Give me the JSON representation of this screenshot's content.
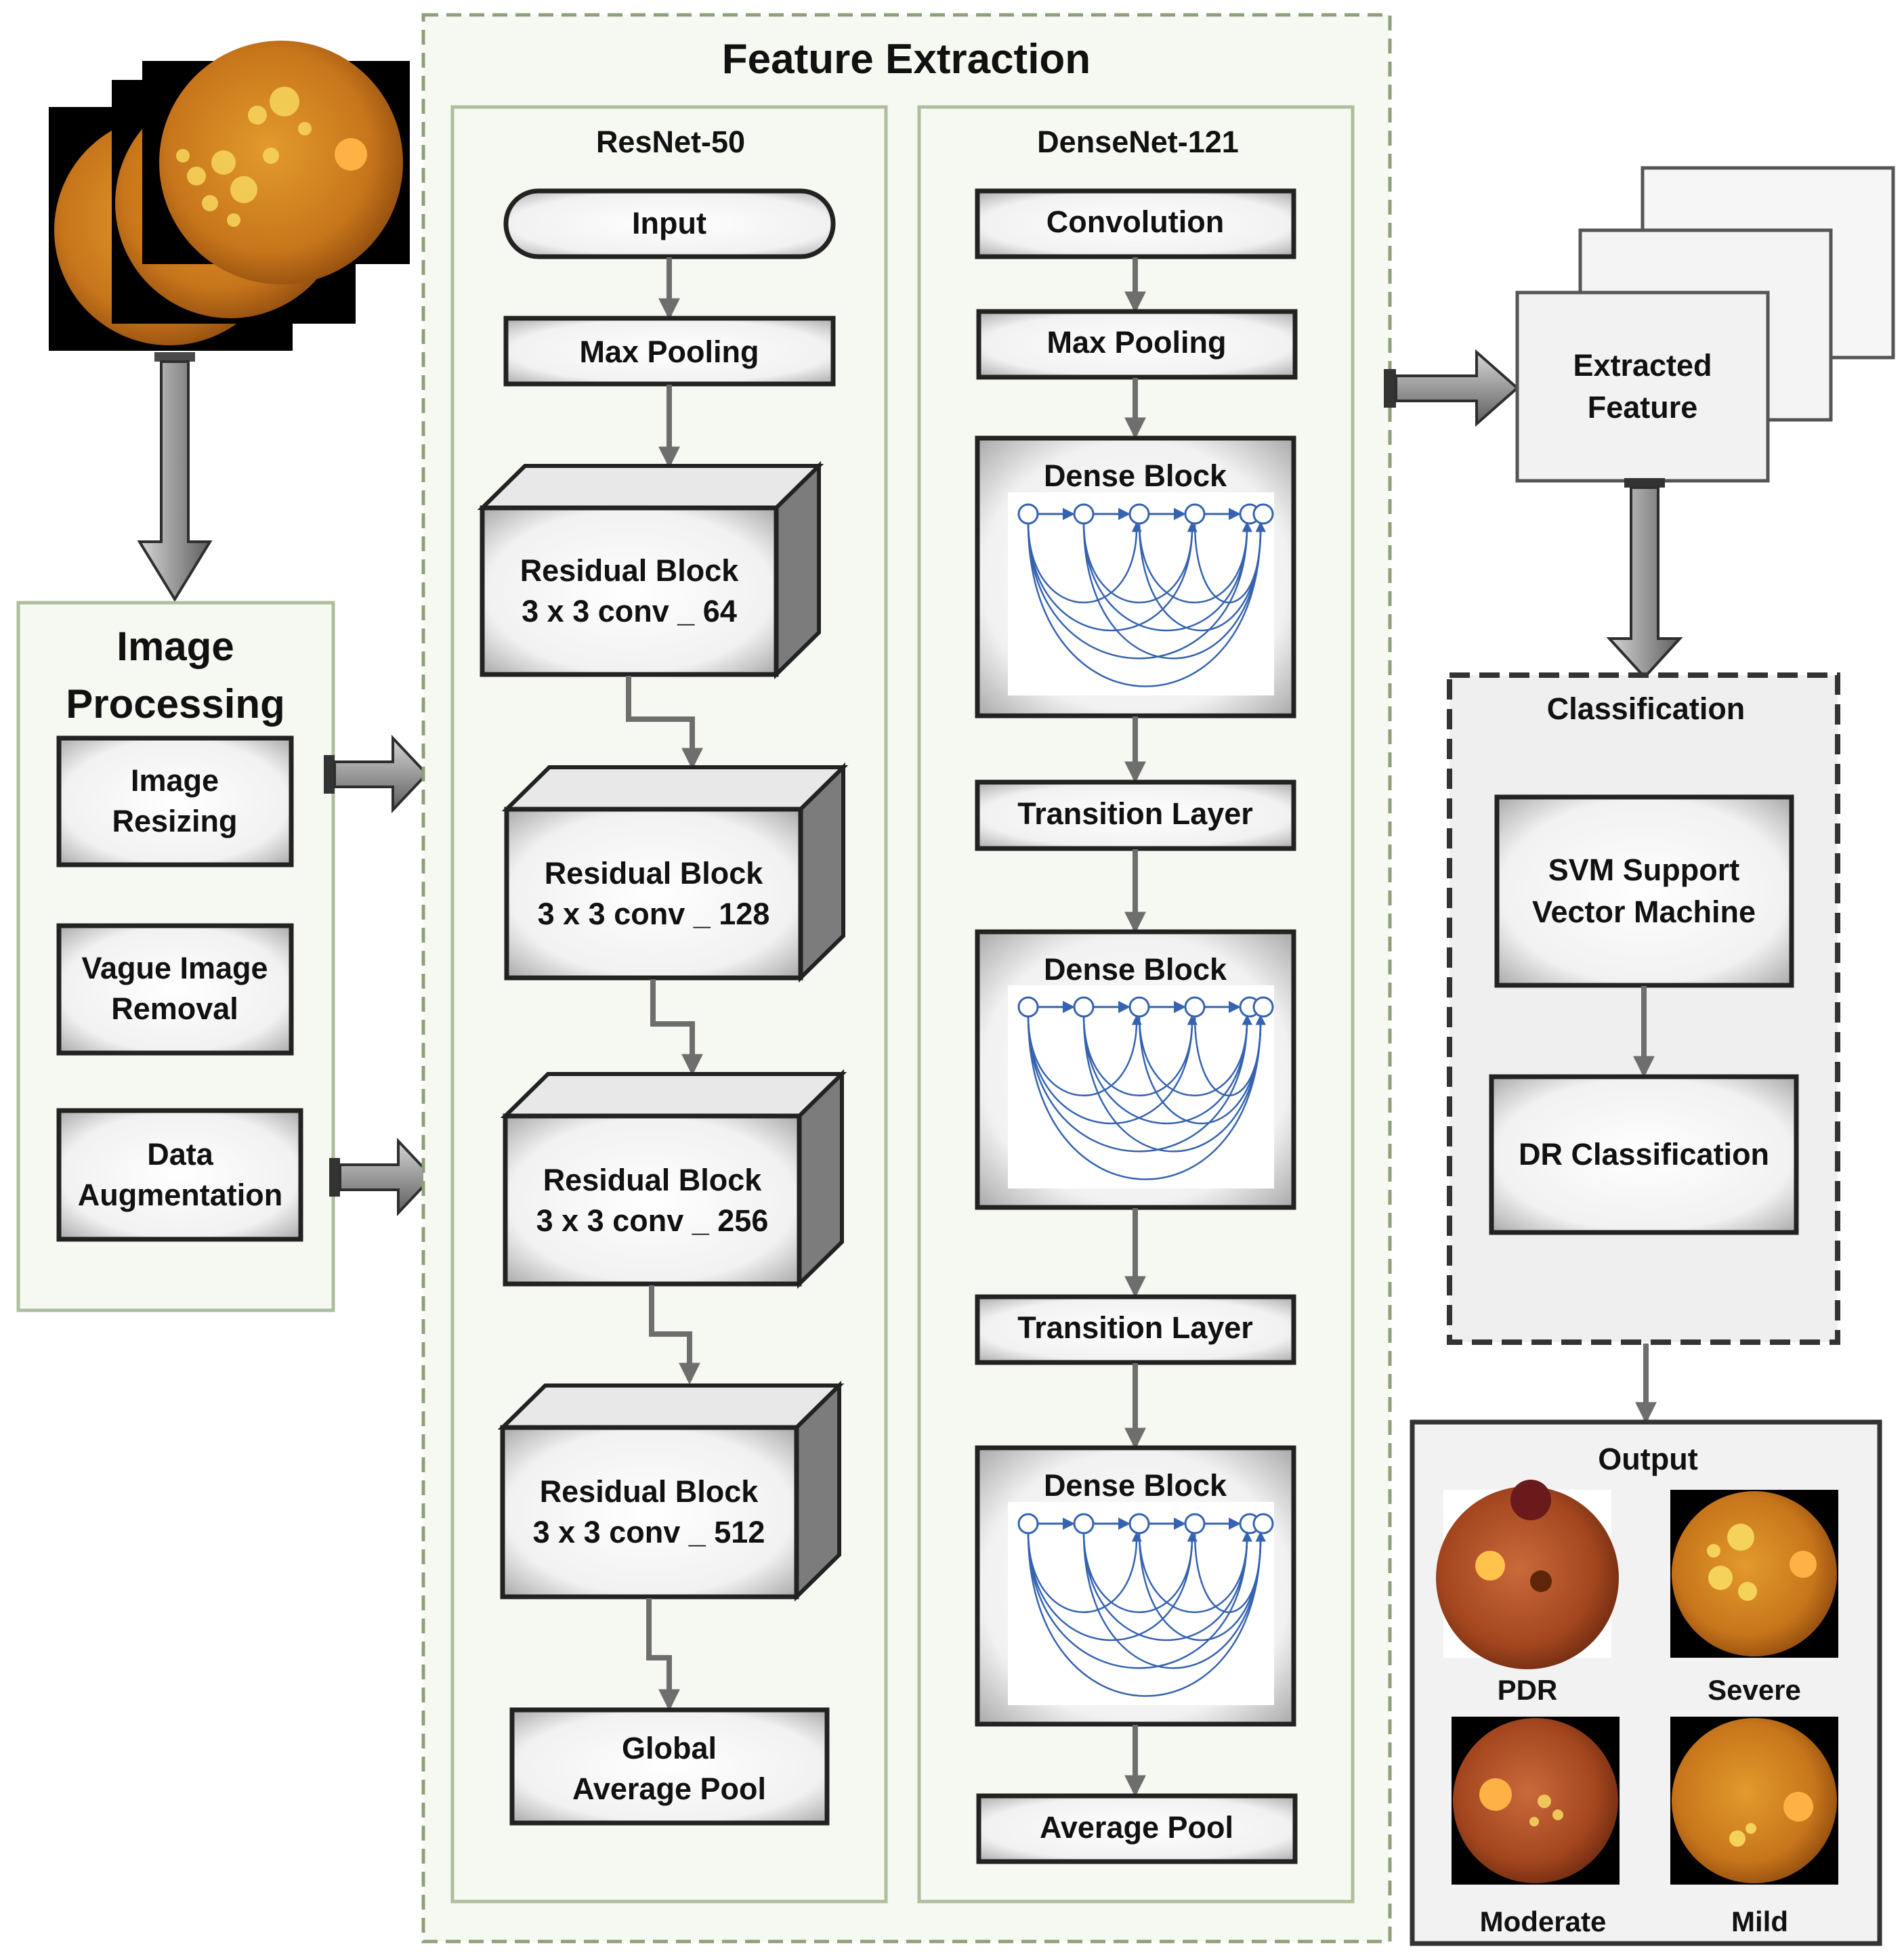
{
  "input_images": {
    "icon": "retina-fundus-stack"
  },
  "image_processing": {
    "title_lines": [
      "Image",
      "Processing"
    ],
    "steps": [
      {
        "lines": [
          "Image",
          "Resizing"
        ]
      },
      {
        "lines": [
          "Vague Image",
          "Removal"
        ]
      },
      {
        "lines": [
          "Data",
          "Augmentation"
        ]
      }
    ]
  },
  "feature_extraction": {
    "title": "Feature Extraction",
    "resnet": {
      "title": "ResNet-50",
      "input": "Input",
      "max_pooling": "Max Pooling",
      "residual_blocks": [
        {
          "line1": "Residual Block",
          "line2": "3 x 3 conv _ 64"
        },
        {
          "line1": "Residual Block",
          "line2": "3 x 3 conv _ 128"
        },
        {
          "line1": "Residual Block",
          "line2": "3 x 3 conv _ 256"
        },
        {
          "line1": "Residual Block",
          "line2": "3 x 3 conv _ 512"
        }
      ],
      "global_pool_lines": [
        "Global",
        "Average Pool"
      ]
    },
    "densenet": {
      "title": "DenseNet-121",
      "convolution": "Convolution",
      "max_pooling": "Max Pooling",
      "dense_block": "Dense Block",
      "transition_layer": "Transition Layer",
      "average_pool": "Average Pool"
    }
  },
  "extracted_feature": {
    "lines": [
      "Extracted",
      "Feature"
    ]
  },
  "classification": {
    "title": "Classification",
    "svm_lines": [
      "SVM Support",
      "Vector Machine"
    ],
    "dr": "DR Classification"
  },
  "output": {
    "title": "Output",
    "classes": [
      "PDR",
      "Severe",
      "Moderate",
      "Mild"
    ]
  },
  "colors": {
    "panel_fill": "#f6f9f1",
    "panel_border": "#aebe9c",
    "dense_arrow": "#3563b0",
    "fundus": "#c7751b"
  }
}
